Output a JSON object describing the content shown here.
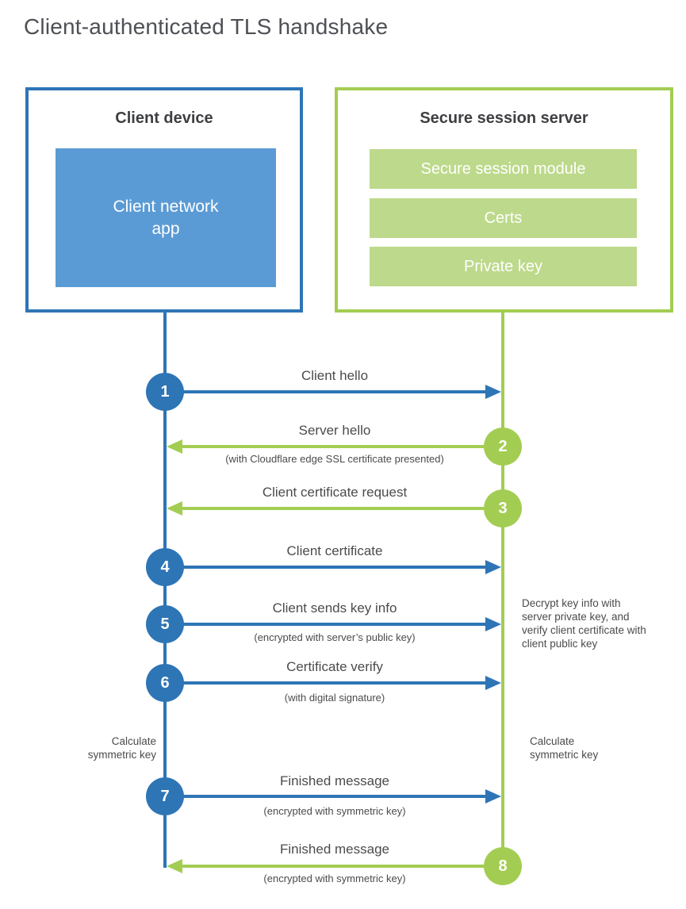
{
  "title": "Client-authenticated TLS handshake",
  "client": {
    "title": "Client device",
    "app_label": "Client network app"
  },
  "server": {
    "title": "Secure session server",
    "modules": [
      "Secure session module",
      "Certs",
      "Private key"
    ]
  },
  "steps": [
    {
      "num": "1",
      "label": "Client hello",
      "sub": "",
      "direction": "client-to-server"
    },
    {
      "num": "2",
      "label": "Server hello",
      "sub": "(with Cloudflare edge SSL certificate presented)",
      "direction": "server-to-client"
    },
    {
      "num": "3",
      "label": "Client certificate request",
      "sub": "",
      "direction": "server-to-client"
    },
    {
      "num": "4",
      "label": "Client certificate",
      "sub": "",
      "direction": "client-to-server"
    },
    {
      "num": "5",
      "label": "Client sends key info",
      "sub": "(encrypted with server’s public key)",
      "direction": "client-to-server"
    },
    {
      "num": "6",
      "label": "Certificate verify",
      "sub": "(with digital signature)",
      "direction": "client-to-server"
    },
    {
      "num": "7",
      "label": "Finished message",
      "sub": "(encrypted with symmetric key)",
      "direction": "client-to-server"
    },
    {
      "num": "8",
      "label": "Finished message",
      "sub": "(encrypted with symmetric key)",
      "direction": "server-to-client"
    }
  ],
  "notes": {
    "client_calculate": "Calculate symmetric key",
    "server_calculate": "Calculate symmetric key",
    "server_decrypt": "Decrypt key info with server private key, and verify client certificate with client public key"
  },
  "colors": {
    "client_accent": "#2e75b6",
    "client_fill": "#5b9bd5",
    "server_accent": "#a3cd52",
    "server_fill": "#bdd98b",
    "text": "#4a4b4d"
  }
}
